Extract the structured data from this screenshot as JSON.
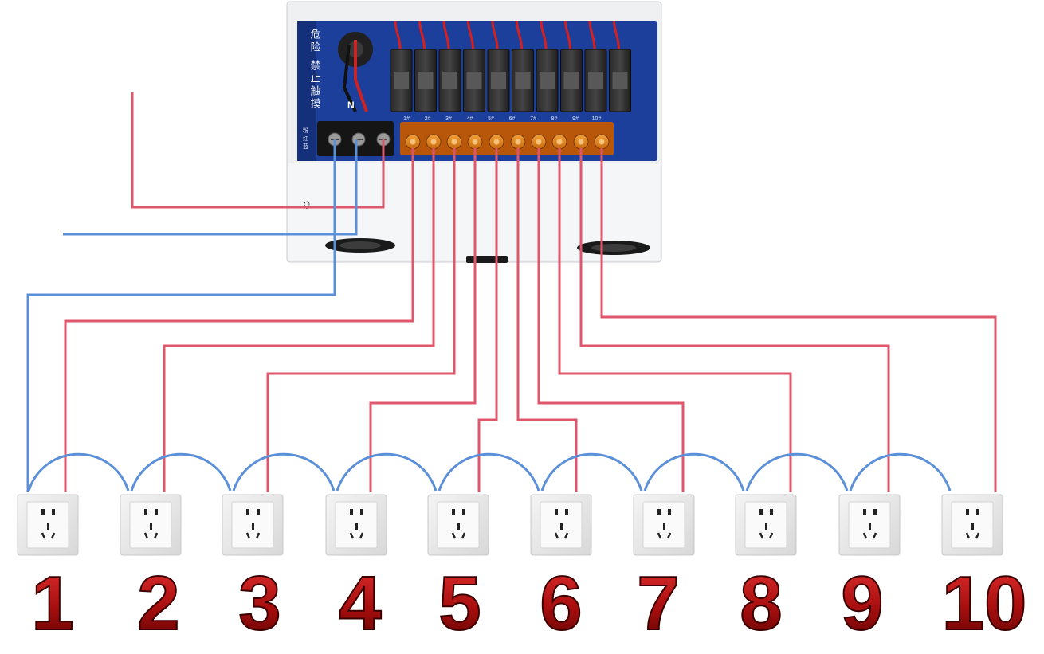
{
  "panel": {
    "warning_text": "危险 禁止触摸",
    "neutral_mark": "N",
    "cover_mark": "CI",
    "side_marks": [
      "粉",
      "红",
      "蓝"
    ],
    "channel_labels": [
      "1#",
      "2#",
      "3#",
      "4#",
      "5#",
      "6#",
      "7#",
      "8#",
      "9#",
      "10#"
    ]
  },
  "outlets": [
    {
      "label": "1"
    },
    {
      "label": "2"
    },
    {
      "label": "3"
    },
    {
      "label": "4"
    },
    {
      "label": "5"
    },
    {
      "label": "6"
    },
    {
      "label": "7"
    },
    {
      "label": "8"
    },
    {
      "label": "9"
    },
    {
      "label": "10"
    }
  ],
  "colors": {
    "live_wire": "#e0566b",
    "neutral_wire": "#5b8fd8",
    "board": "#1c3f9c",
    "board_dark": "#14307a",
    "terminal": "#e8861a",
    "label_red": "#a30d0d",
    "outlet_frame": "#dcdcdc"
  }
}
